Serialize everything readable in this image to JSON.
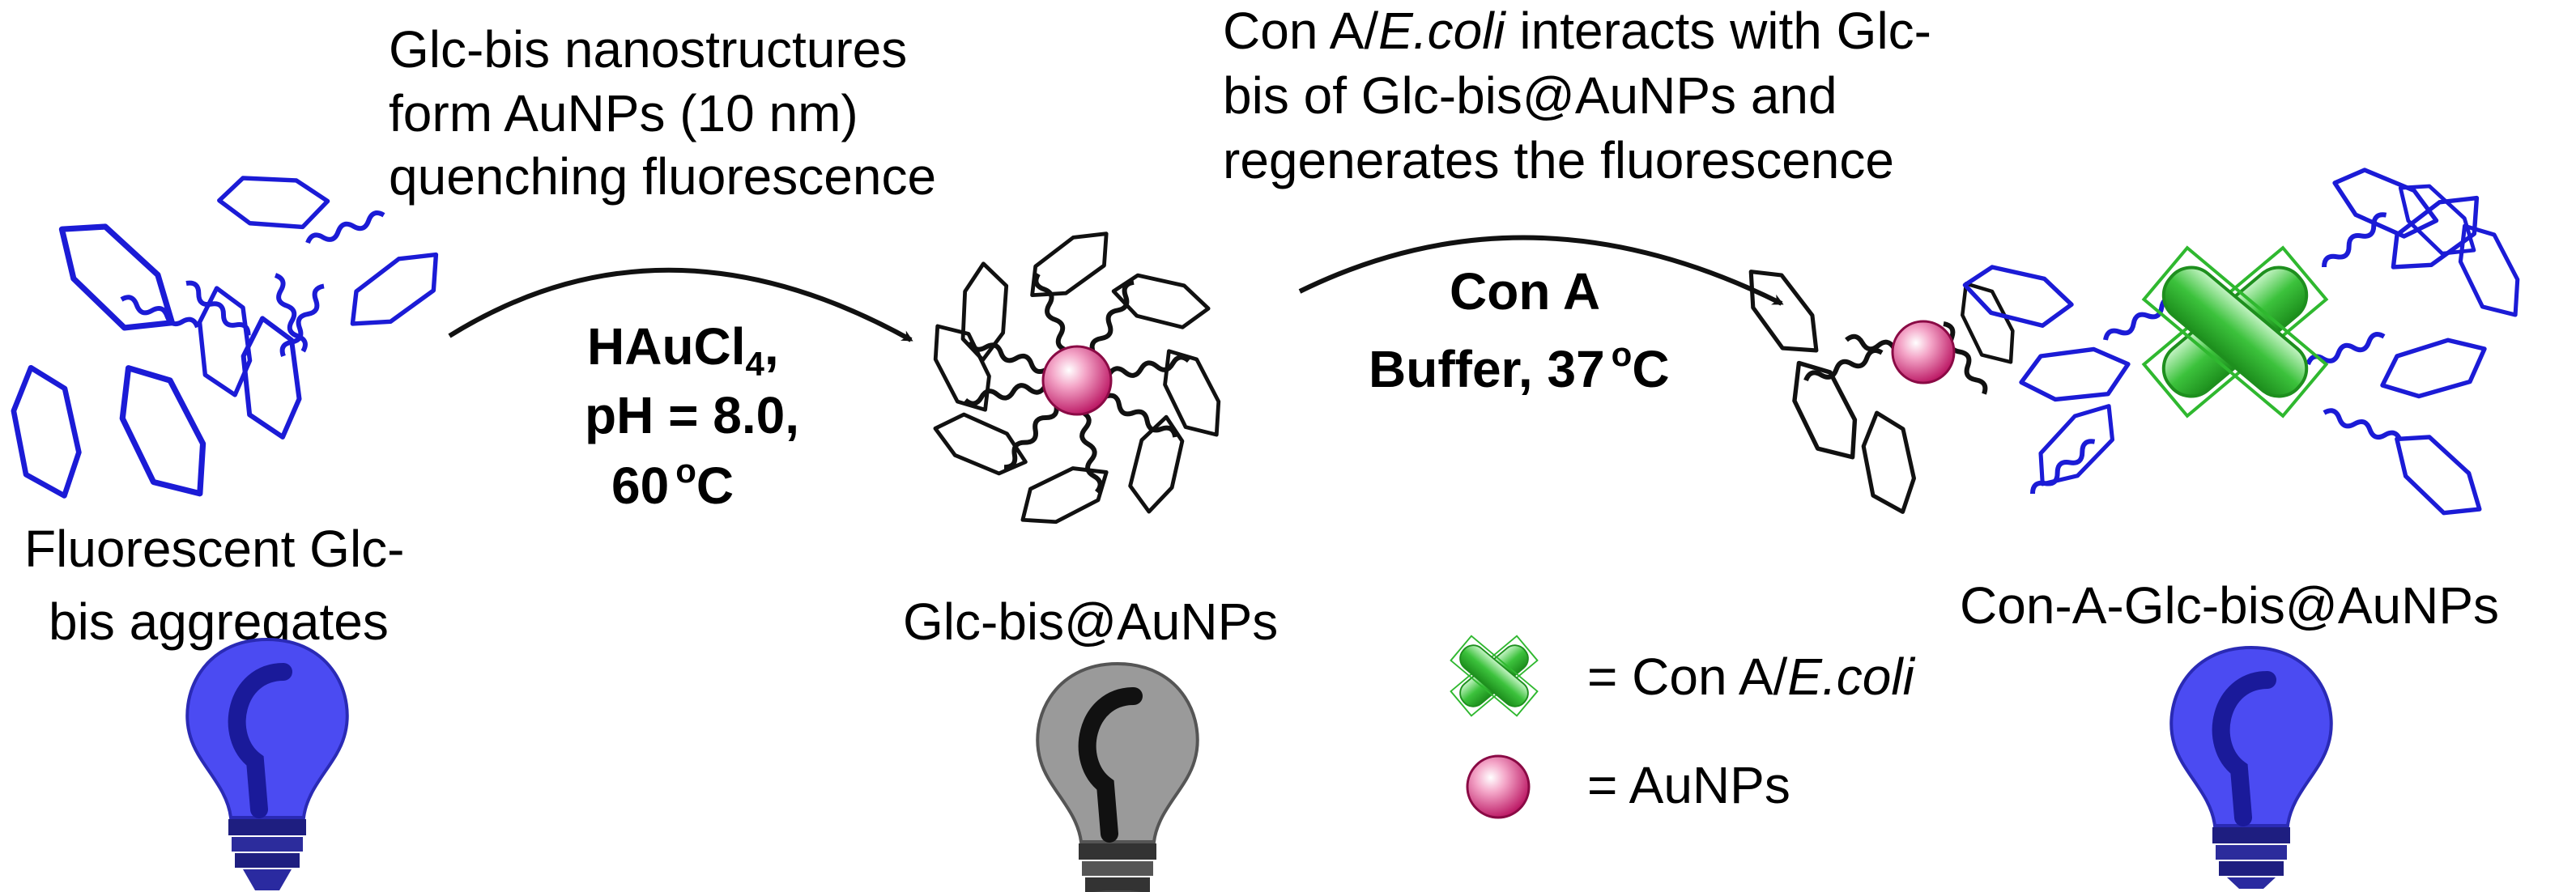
{
  "step1": {
    "lines": [
      "Glc-bis nanostructures",
      "form AuNPs (10 nm)",
      "quenching fluorescence"
    ],
    "reagent": "HAuCl",
    "reagent_sub": "4",
    "reagent_tail": ",",
    "ph": "pH = 8.0,",
    "temp": "60",
    "temp_sup": "o",
    "temp_unit": "C"
  },
  "step2": {
    "lines_a": [
      "Con A/",
      "E.coli",
      " interacts with Glc-"
    ],
    "line_b": "bis of Glc-bis@AuNPs and",
    "line_c": "regenerates the fluorescence",
    "reagent": "Con A",
    "buffer": "Buffer, 37",
    "temp_sup": "o",
    "temp_unit": "C"
  },
  "labels": {
    "start_line1": "Fluorescent Glc-",
    "start_line2": "bis aggregates",
    "middle": "Glc-bis@AuNPs",
    "end": "Con-A-Glc-bis@AuNPs"
  },
  "legend": {
    "cona_prefix": "= Con A/",
    "cona_italic": "E.coli",
    "aunp": "= AuNPs"
  },
  "colors": {
    "blue_molecule": "#1b1bd6",
    "black_molecule": "#111111",
    "aunp": "#d0186c",
    "cona": "#2fb82f",
    "bulb_on": "#4b4bf2",
    "bulb_off": "#8f8f8f"
  },
  "icons": [
    "blue-bulb-icon",
    "grey-bulb-icon",
    "aunp-sphere-icon",
    "cona-cross-icon"
  ]
}
